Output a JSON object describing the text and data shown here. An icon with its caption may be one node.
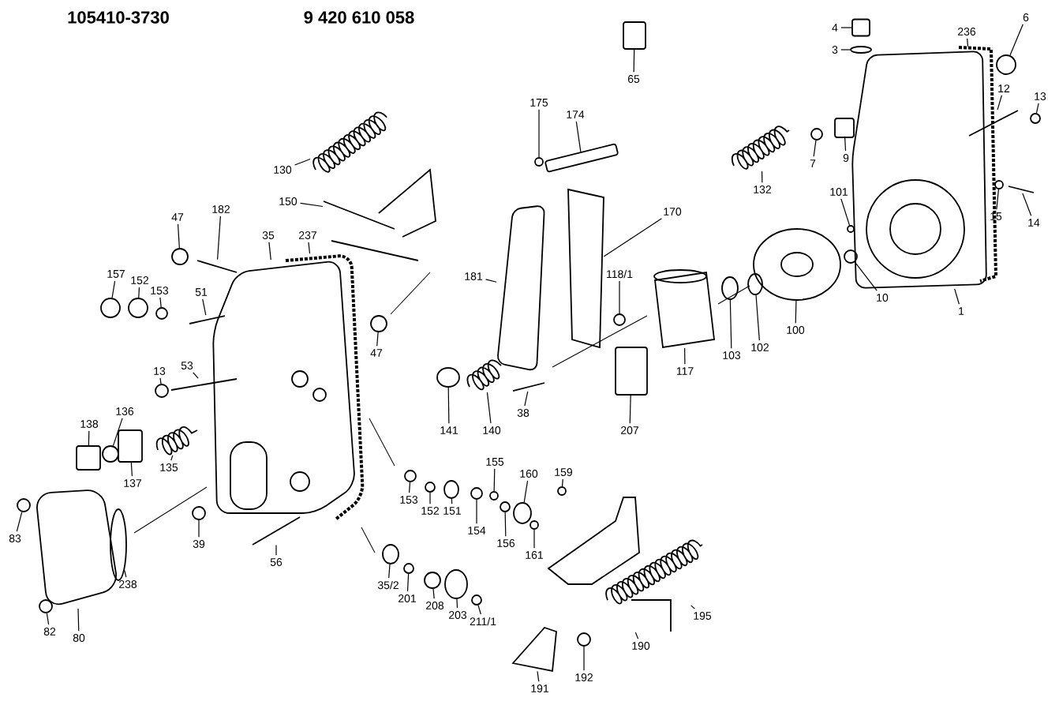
{
  "diagram": {
    "nodes": [
      {
        "text": [
          "65"
        ]
      },
      {
        "text": [
          "4"
        ]
      },
      {
        "text": [
          "3"
        ]
      },
      {
        "text": [
          "236"
        ]
      },
      {
        "text": [
          "6"
        ]
      },
      {
        "text": [
          "13"
        ]
      },
      {
        "text": [
          "12"
        ]
      },
      {
        "text": [
          "175"
        ]
      },
      {
        "text": [
          "174"
        ]
      },
      {
        "text": [
          "132"
        ]
      },
      {
        "text": [
          "7"
        ]
      },
      {
        "text": [
          "9"
        ]
      },
      {
        "text": [
          "130"
        ]
      },
      {
        "text": [
          "150"
        ]
      },
      {
        "text": [
          "170"
        ]
      },
      {
        "text": [
          "101"
        ]
      },
      {
        "text": [
          "15"
        ]
      },
      {
        "text": [
          "14"
        ]
      },
      {
        "text": [
          "182"
        ]
      },
      {
        "text": [
          "47"
        ]
      },
      {
        "text": [
          "35"
        ]
      },
      {
        "text": [
          "237"
        ]
      },
      {
        "text": [
          "181"
        ]
      },
      {
        "text": [
          "118/1"
        ]
      },
      {
        "text": [
          "157"
        ]
      },
      {
        "text": [
          "152"
        ]
      },
      {
        "text": [
          "153"
        ]
      },
      {
        "text": [
          "51"
        ]
      },
      {
        "text": [
          "10"
        ]
      },
      {
        "text": [
          "1"
        ]
      },
      {
        "text": [
          "100"
        ]
      },
      {
        "text": [
          "47"
        ]
      },
      {
        "text": [
          "103"
        ]
      },
      {
        "text": [
          "102"
        ]
      },
      {
        "text": [
          "117"
        ]
      },
      {
        "text": [
          "13"
        ]
      },
      {
        "text": [
          "53"
        ]
      },
      {
        "text": [
          "38"
        ]
      },
      {
        "text": [
          "141"
        ]
      },
      {
        "text": [
          "140"
        ]
      },
      {
        "text": [
          "207"
        ]
      },
      {
        "text": [
          "138"
        ]
      },
      {
        "text": [
          "136"
        ]
      },
      {
        "text": [
          "137"
        ]
      },
      {
        "text": [
          "135"
        ]
      },
      {
        "text": [
          "155"
        ]
      },
      {
        "text": [
          "160"
        ]
      },
      {
        "text": [
          "159"
        ]
      },
      {
        "text": [
          "153"
        ]
      },
      {
        "text": [
          "152"
        ]
      },
      {
        "text": [
          "151"
        ]
      },
      {
        "text": [
          "154"
        ]
      },
      {
        "text": [
          "156"
        ]
      },
      {
        "text": [
          "161"
        ]
      },
      {
        "text": [
          "83"
        ]
      },
      {
        "text": [
          "39"
        ]
      },
      {
        "text": [
          "56"
        ]
      },
      {
        "text": [
          "238"
        ]
      },
      {
        "text": [
          "195"
        ]
      },
      {
        "text": [
          "35/2"
        ]
      },
      {
        "text": [
          "201"
        ]
      },
      {
        "text": [
          "208"
        ]
      },
      {
        "text": [
          "203"
        ]
      },
      {
        "text": [
          "211/1"
        ]
      },
      {
        "text": [
          "190"
        ]
      },
      {
        "text": [
          "82"
        ]
      },
      {
        "text": [
          "80"
        ]
      },
      {
        "text": [
          "191"
        ]
      },
      {
        "text": [
          "192"
        ]
      },
      {
        "text": [],
        "shape": "box"
      },
      {
        "text": [],
        "shape": "box"
      },
      {
        "text": [],
        "shape": "ellipse"
      },
      {
        "text": [],
        "shape": "picture"
      },
      {
        "text": [],
        "shape": "circle"
      },
      {
        "text": [],
        "shape": "circle"
      },
      {
        "text": [],
        "shape": "picture"
      },
      {
        "text": [],
        "shape": "circle"
      },
      {
        "text": [],
        "shape": "box"
      },
      {
        "text": [],
        "shape": "spring"
      },
      {
        "text": [],
        "shape": "circle"
      },
      {
        "text": [],
        "shape": "box"
      },
      {
        "text": [],
        "shape": "spring"
      },
      {
        "text": [],
        "shape": "picture"
      },
      {
        "text": [],
        "shape": "picture"
      },
      {
        "text": [],
        "shape": "circle"
      },
      {
        "text": [],
        "shape": "circle"
      },
      {
        "text": [],
        "shape": "picture"
      },
      {
        "text": [],
        "shape": "picture"
      },
      {
        "text": [],
        "shape": "circle"
      },
      {
        "text": [],
        "shape": "picture"
      },
      {
        "text": [],
        "shape": "picture"
      },
      {
        "text": [],
        "shape": "picture"
      },
      {
        "text": [],
        "shape": "circle"
      },
      {
        "text": [],
        "shape": "circle"
      },
      {
        "text": [],
        "shape": "circle"
      },
      {
        "text": [],
        "shape": "circle"
      },
      {
        "text": [],
        "shape": "picture"
      },
      {
        "text": [],
        "shape": "circle"
      },
      {
        "text": [],
        "shape": "picture"
      },
      {
        "text": [],
        "shape": "picture"
      },
      {
        "text": [],
        "shape": "circle"
      },
      {
        "text": [],
        "shape": "ellipse"
      },
      {
        "text": [],
        "shape": "ellipse"
      },
      {
        "text": [],
        "shape": "picture"
      },
      {
        "text": [],
        "shape": "circle"
      },
      {
        "text": [],
        "shape": "picture"
      },
      {
        "text": [],
        "shape": "picture"
      },
      {
        "text": [],
        "shape": "ellipse"
      },
      {
        "text": [],
        "shape": "spring"
      },
      {
        "text": [],
        "shape": "box"
      },
      {
        "text": [],
        "shape": "box"
      },
      {
        "text": [],
        "shape": "circle"
      },
      {
        "text": [],
        "shape": "box"
      },
      {
        "text": [],
        "shape": "spring"
      },
      {
        "text": [],
        "shape": "circle"
      },
      {
        "text": [],
        "shape": "ellipse"
      },
      {
        "text": [],
        "shape": "circle"
      },
      {
        "text": [],
        "shape": "circle"
      },
      {
        "text": [],
        "shape": "circle"
      },
      {
        "text": [],
        "shape": "ellipse"
      },
      {
        "text": [],
        "shape": "circle"
      },
      {
        "text": [],
        "shape": "circle"
      },
      {
        "text": [],
        "shape": "circle"
      },
      {
        "text": [],
        "shape": "circle"
      },
      {
        "text": [],
        "shape": "circle"
      },
      {
        "text": [],
        "shape": "picture"
      },
      {
        "text": [],
        "shape": "ellipse"
      },
      {
        "text": [],
        "shape": "spring"
      },
      {
        "text": [],
        "shape": "ellipse"
      },
      {
        "text": [],
        "shape": "circle"
      },
      {
        "text": [],
        "shape": "circle"
      },
      {
        "text": [],
        "shape": "ellipse"
      },
      {
        "text": [],
        "shape": "circle"
      },
      {
        "text": [],
        "shape": "picture"
      },
      {
        "text": [],
        "shape": "circle"
      },
      {
        "text": [],
        "shape": "picture"
      },
      {
        "text": [],
        "shape": "picture"
      },
      {
        "text": [],
        "shape": "circle"
      }
    ],
    "edges": [
      {
        "from": 0,
        "to": 69,
        "arrow": "none"
      },
      {
        "from": 1,
        "to": 70,
        "arrow": "none"
      },
      {
        "from": 2,
        "to": 71,
        "arrow": "none"
      },
      {
        "from": 3,
        "to": 72,
        "arrow": "none"
      },
      {
        "from": 4,
        "to": 73,
        "arrow": "none"
      },
      {
        "from": 5,
        "to": 74,
        "arrow": "none"
      },
      {
        "from": 6,
        "to": 75,
        "arrow": "none"
      },
      {
        "from": 7,
        "to": 76,
        "arrow": "none"
      },
      {
        "from": 8,
        "to": 77,
        "arrow": "none"
      },
      {
        "from": 9,
        "to": 78,
        "arrow": "none"
      },
      {
        "from": 10,
        "to": 79,
        "arrow": "none"
      },
      {
        "from": 11,
        "to": 80,
        "arrow": "none"
      },
      {
        "from": 12,
        "to": 81,
        "arrow": "none"
      },
      {
        "from": 13,
        "to": 82,
        "arrow": "none"
      },
      {
        "from": 14,
        "to": 83,
        "arrow": "none"
      },
      {
        "from": 15,
        "to": 84,
        "arrow": "none"
      },
      {
        "from": 16,
        "to": 85,
        "arrow": "none"
      },
      {
        "from": 17,
        "to": 86,
        "arrow": "none"
      },
      {
        "from": 18,
        "to": 87,
        "arrow": "none"
      },
      {
        "from": 19,
        "to": 88,
        "arrow": "none"
      },
      {
        "from": 20,
        "to": 89,
        "arrow": "none"
      },
      {
        "from": 21,
        "to": 90,
        "arrow": "none"
      },
      {
        "from": 22,
        "to": 91,
        "arrow": "none"
      },
      {
        "from": 23,
        "to": 92,
        "arrow": "none"
      },
      {
        "from": 24,
        "to": 93,
        "arrow": "none"
      },
      {
        "from": 25,
        "to": 94,
        "arrow": "none"
      },
      {
        "from": 26,
        "to": 95,
        "arrow": "none"
      },
      {
        "from": 27,
        "to": 96,
        "arrow": "none"
      },
      {
        "from": 28,
        "to": 97,
        "arrow": "none"
      },
      {
        "from": 29,
        "to": 98,
        "arrow": "none"
      },
      {
        "from": 30,
        "to": 99,
        "arrow": "none"
      },
      {
        "from": 31,
        "to": 100,
        "arrow": "none"
      },
      {
        "from": 32,
        "to": 101,
        "arrow": "none"
      },
      {
        "from": 33,
        "to": 102,
        "arrow": "none"
      },
      {
        "from": 34,
        "to": 103,
        "arrow": "none"
      },
      {
        "from": 35,
        "to": 104,
        "arrow": "none"
      },
      {
        "from": 36,
        "to": 105,
        "arrow": "none"
      },
      {
        "from": 37,
        "to": 106,
        "arrow": "none"
      },
      {
        "from": 38,
        "to": 107,
        "arrow": "none"
      },
      {
        "from": 39,
        "to": 108,
        "arrow": "none"
      },
      {
        "from": 40,
        "to": 109,
        "arrow": "none"
      },
      {
        "from": 41,
        "to": 110,
        "arrow": "none"
      },
      {
        "from": 42,
        "to": 111,
        "arrow": "none"
      },
      {
        "from": 43,
        "to": 112,
        "arrow": "none"
      },
      {
        "from": 44,
        "to": 113,
        "arrow": "none"
      },
      {
        "from": 45,
        "to": 114,
        "arrow": "none"
      },
      {
        "from": 46,
        "to": 115,
        "arrow": "none"
      },
      {
        "from": 47,
        "to": 116,
        "arrow": "none"
      },
      {
        "from": 48,
        "to": 117,
        "arrow": "none"
      },
      {
        "from": 49,
        "to": 118,
        "arrow": "none"
      },
      {
        "from": 50,
        "to": 119,
        "arrow": "none"
      },
      {
        "from": 51,
        "to": 120,
        "arrow": "none"
      },
      {
        "from": 52,
        "to": 121,
        "arrow": "none"
      },
      {
        "from": 53,
        "to": 122,
        "arrow": "none"
      },
      {
        "from": 54,
        "to": 123,
        "arrow": "none"
      },
      {
        "from": 55,
        "to": 124,
        "arrow": "none"
      },
      {
        "from": 56,
        "to": 125,
        "arrow": "none"
      },
      {
        "from": 57,
        "to": 126,
        "arrow": "none"
      },
      {
        "from": 58,
        "to": 127,
        "arrow": "none"
      },
      {
        "from": 59,
        "to": 128,
        "arrow": "none"
      },
      {
        "from": 60,
        "to": 129,
        "arrow": "none"
      },
      {
        "from": 61,
        "to": 130,
        "arrow": "none"
      },
      {
        "from": 62,
        "to": 131,
        "arrow": "none"
      },
      {
        "from": 63,
        "to": 132,
        "arrow": "none"
      },
      {
        "from": 64,
        "to": 133,
        "arrow": "none"
      },
      {
        "from": 65,
        "to": 134,
        "arrow": "none"
      },
      {
        "from": 66,
        "to": 135,
        "arrow": "none"
      },
      {
        "from": 67,
        "to": 136,
        "arrow": "none"
      },
      {
        "from": 68,
        "to": 137,
        "arrow": "none"
      }
    ],
    "labels": [
      "105410-3730",
      "9 420 610 058"
    ]
  }
}
